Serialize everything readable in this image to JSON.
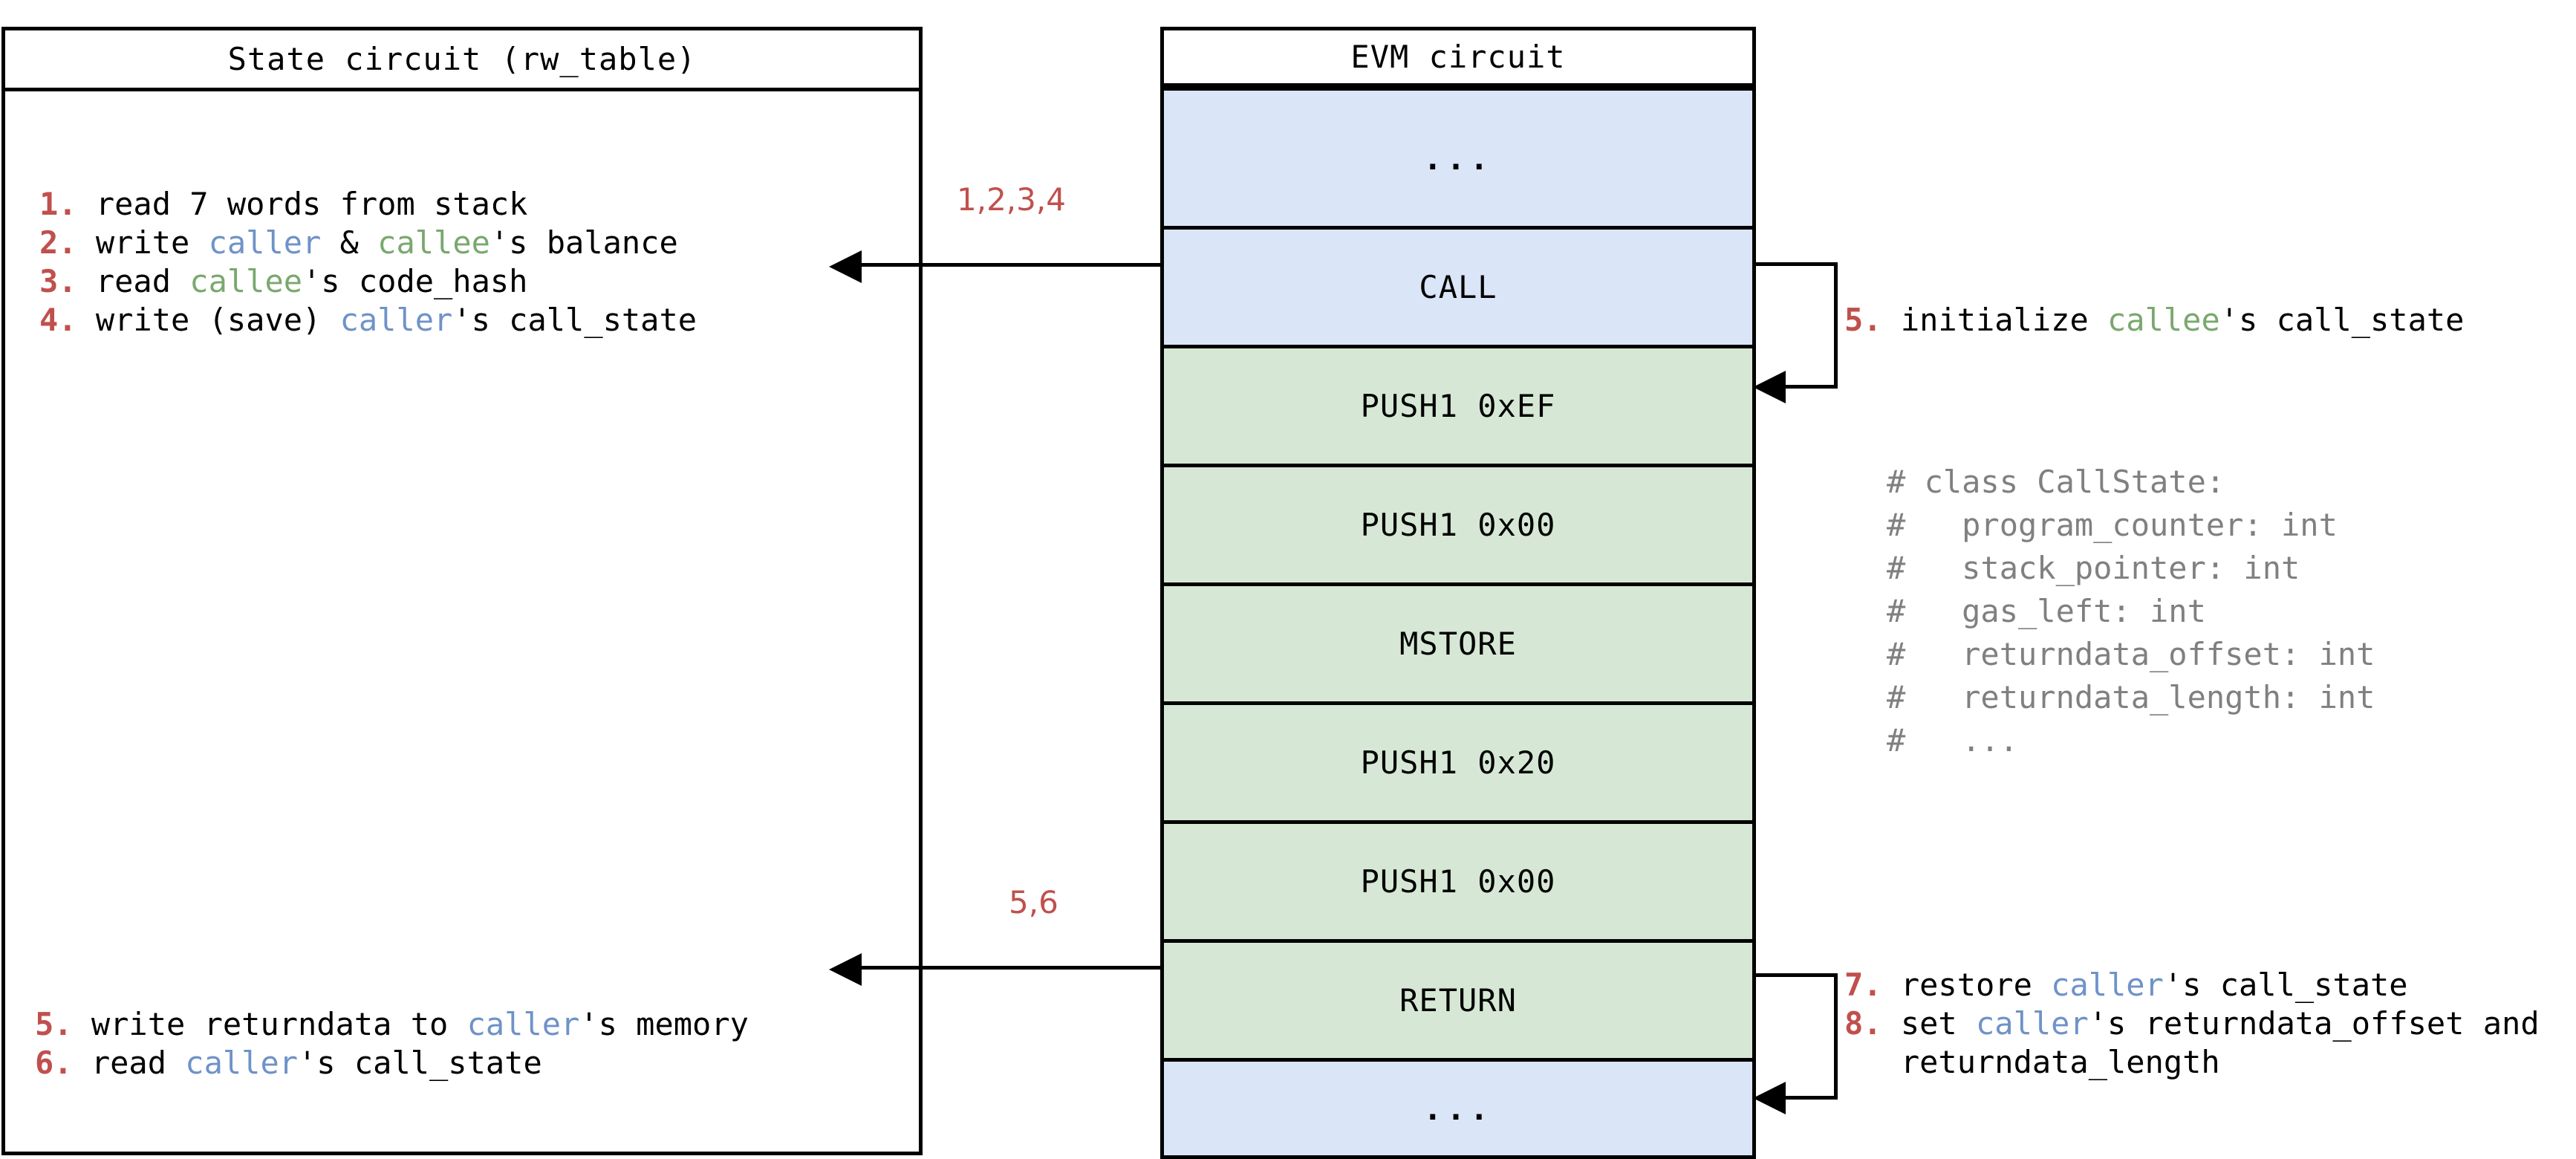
{
  "state_panel": {
    "title": "State circuit (rw_table)",
    "top_items": [
      {
        "num": "1.",
        "parts": [
          {
            "t": " read 7 words from stack",
            "c": "plain"
          }
        ]
      },
      {
        "num": "2.",
        "parts": [
          {
            "t": " write ",
            "c": "plain"
          },
          {
            "t": "caller",
            "c": "caller"
          },
          {
            "t": " & ",
            "c": "plain"
          },
          {
            "t": "callee",
            "c": "callee"
          },
          {
            "t": "'s balance",
            "c": "plain"
          }
        ]
      },
      {
        "num": "3.",
        "parts": [
          {
            "t": " read ",
            "c": "plain"
          },
          {
            "t": "callee",
            "c": "callee"
          },
          {
            "t": "'s code_hash",
            "c": "plain"
          }
        ]
      },
      {
        "num": "4.",
        "parts": [
          {
            "t": " write (save) ",
            "c": "plain"
          },
          {
            "t": "caller",
            "c": "caller"
          },
          {
            "t": "'s call_state",
            "c": "plain"
          }
        ]
      }
    ],
    "bottom_items": [
      {
        "num": "5.",
        "parts": [
          {
            "t": " write returndata to ",
            "c": "plain"
          },
          {
            "t": "caller",
            "c": "caller"
          },
          {
            "t": "'s memory",
            "c": "plain"
          }
        ]
      },
      {
        "num": "6.",
        "parts": [
          {
            "t": " read ",
            "c": "plain"
          },
          {
            "t": "caller",
            "c": "caller"
          },
          {
            "t": "'s call_state",
            "c": "plain"
          }
        ]
      }
    ]
  },
  "evm_panel": {
    "title": "EVM circuit",
    "cells": [
      {
        "label": "...",
        "color": "blue",
        "dots": true
      },
      {
        "label": "CALL",
        "color": "blue",
        "dots": false
      },
      {
        "label": "PUSH1 0xEF",
        "color": "green",
        "dots": false
      },
      {
        "label": "PUSH1 0x00",
        "color": "green",
        "dots": false
      },
      {
        "label": "MSTORE",
        "color": "green",
        "dots": false
      },
      {
        "label": "PUSH1 0x20",
        "color": "green",
        "dots": false
      },
      {
        "label": "PUSH1 0x00",
        "color": "green",
        "dots": false
      },
      {
        "label": "RETURN",
        "color": "green",
        "dots": false
      },
      {
        "label": "...",
        "color": "blue",
        "dots": true
      }
    ]
  },
  "arrows": {
    "top_label": "1,2,3,4",
    "bottom_label": "5,6"
  },
  "notes": {
    "note5": {
      "num": "5.",
      "parts": [
        {
          "t": " initialize ",
          "c": "plain"
        },
        {
          "t": "callee",
          "c": "callee"
        },
        {
          "t": "'s call_state",
          "c": "plain"
        }
      ]
    },
    "callstate_comment": [
      "# class CallState:",
      "#   program_counter: int",
      "#   stack_pointer: int",
      "#   gas_left: int",
      "#   returndata_offset: int",
      "#   returndata_length: int",
      "#   ..."
    ],
    "note7": {
      "num": "7.",
      "parts": [
        {
          "t": " restore ",
          "c": "plain"
        },
        {
          "t": "caller",
          "c": "caller"
        },
        {
          "t": "'s call_state",
          "c": "plain"
        }
      ]
    },
    "note8": {
      "num": "8.",
      "parts": [
        {
          "t": " set ",
          "c": "plain"
        },
        {
          "t": "caller",
          "c": "caller"
        },
        {
          "t": "'s returndata_offset and",
          "c": "plain"
        }
      ]
    },
    "note8_cont": "   returndata_length"
  },
  "colors": {
    "accent_red": "#c0504d",
    "caller_blue": "#6f92c8",
    "callee_green": "#7aa86e",
    "cell_blue": "#dae5f7",
    "cell_green": "#d6e8d5",
    "comment_gray": "#808080"
  }
}
